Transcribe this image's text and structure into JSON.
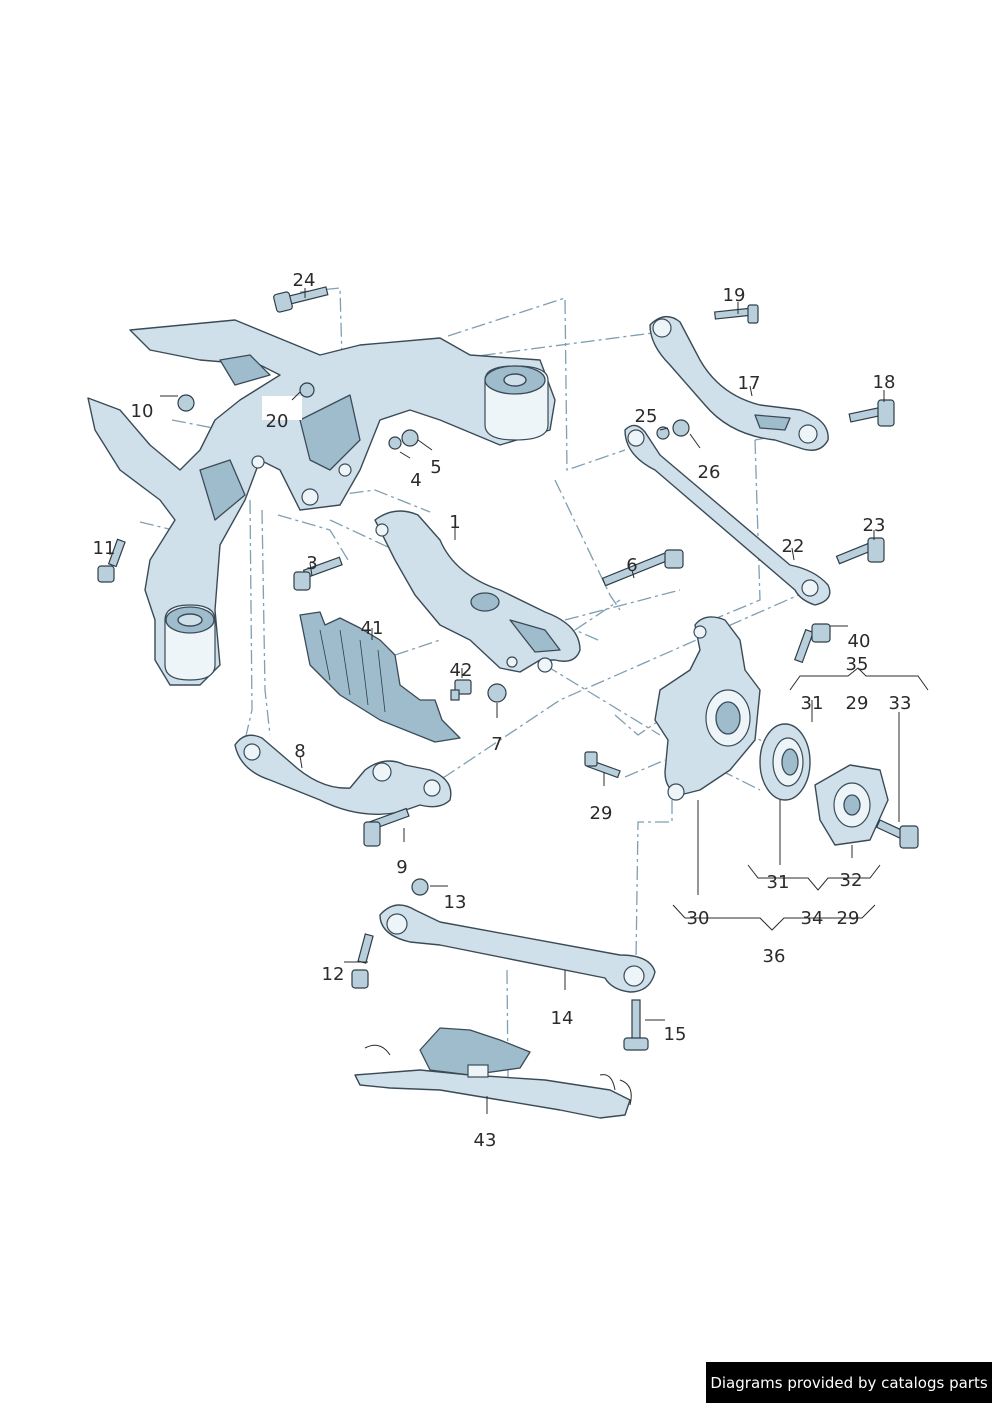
{
  "credit": "Diagrams provided by catalogs parts",
  "callouts": [
    {
      "id": "c1",
      "text": "1"
    },
    {
      "id": "c3",
      "text": "3"
    },
    {
      "id": "c4",
      "text": "4"
    },
    {
      "id": "c5",
      "text": "5"
    },
    {
      "id": "c6",
      "text": "6"
    },
    {
      "id": "c7",
      "text": "7"
    },
    {
      "id": "c8",
      "text": "8"
    },
    {
      "id": "c9",
      "text": "9"
    },
    {
      "id": "c10",
      "text": "10"
    },
    {
      "id": "c11",
      "text": "11"
    },
    {
      "id": "c12",
      "text": "12"
    },
    {
      "id": "c13",
      "text": "13"
    },
    {
      "id": "c14",
      "text": "14"
    },
    {
      "id": "c15",
      "text": "15"
    },
    {
      "id": "c17",
      "text": "17"
    },
    {
      "id": "c18",
      "text": "18"
    },
    {
      "id": "c19",
      "text": "19"
    },
    {
      "id": "c20",
      "text": "20"
    },
    {
      "id": "c22",
      "text": "22"
    },
    {
      "id": "c23",
      "text": "23"
    },
    {
      "id": "c24",
      "text": "24"
    },
    {
      "id": "c25",
      "text": "25"
    },
    {
      "id": "c26",
      "text": "26"
    },
    {
      "id": "c29a",
      "text": "29"
    },
    {
      "id": "c29b",
      "text": "29"
    },
    {
      "id": "c29c",
      "text": "29"
    },
    {
      "id": "c30",
      "text": "30"
    },
    {
      "id": "c31a",
      "text": "31"
    },
    {
      "id": "c31b",
      "text": "31"
    },
    {
      "id": "c32",
      "text": "32"
    },
    {
      "id": "c33",
      "text": "33"
    },
    {
      "id": "c34",
      "text": "34"
    },
    {
      "id": "c35",
      "text": "35"
    },
    {
      "id": "c36",
      "text": "36"
    },
    {
      "id": "c40",
      "text": "40"
    },
    {
      "id": "c41",
      "text": "41"
    },
    {
      "id": "c42",
      "text": "42"
    },
    {
      "id": "c43",
      "text": "43"
    }
  ]
}
